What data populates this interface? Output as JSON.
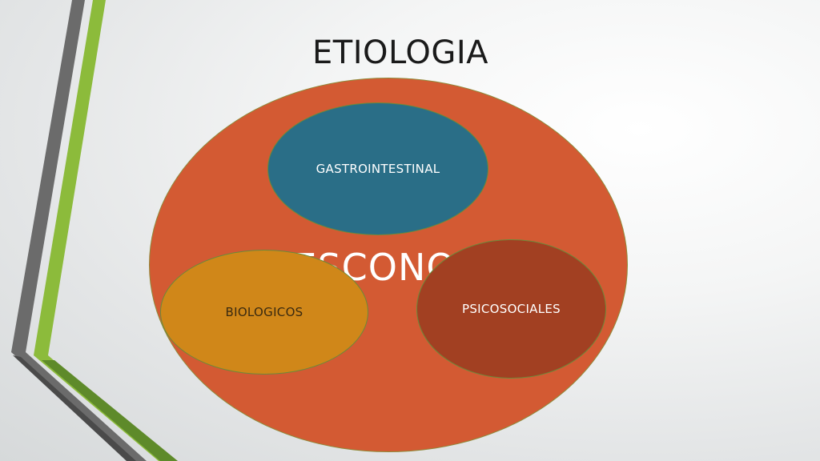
{
  "slide": {
    "title": "ETIOLOGIA",
    "center_text": "DESCONOCIDA",
    "bubbles": {
      "gastrointestinal": "GASTROINTESTINAL",
      "psicosociales": "PSICOSOCIALES",
      "biologicos": "BIOLOGICOS"
    }
  },
  "colors": {
    "outer": "#d35a33",
    "gastrointestinal": "#2a6e87",
    "psicosociales": "#a24022",
    "biologicos": "#d08719",
    "accent_green": "#8ab83a",
    "accent_gray": "#6a6a6a"
  }
}
